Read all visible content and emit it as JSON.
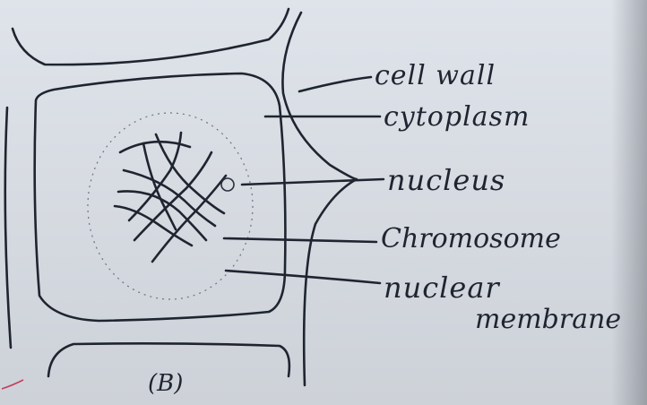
{
  "labels": {
    "cell_wall": "cell wall",
    "cytoplasm": "cytoplasm",
    "nucleus": "nucleus",
    "chromosome": "Chromosome",
    "nuclear": "nuclear",
    "membrane": "membrane",
    "figure_tag": "(B)"
  },
  "colors": {
    "ink": "#1f2530",
    "paper": "#dfe3ea",
    "pencil_mark": "#c0405a"
  }
}
